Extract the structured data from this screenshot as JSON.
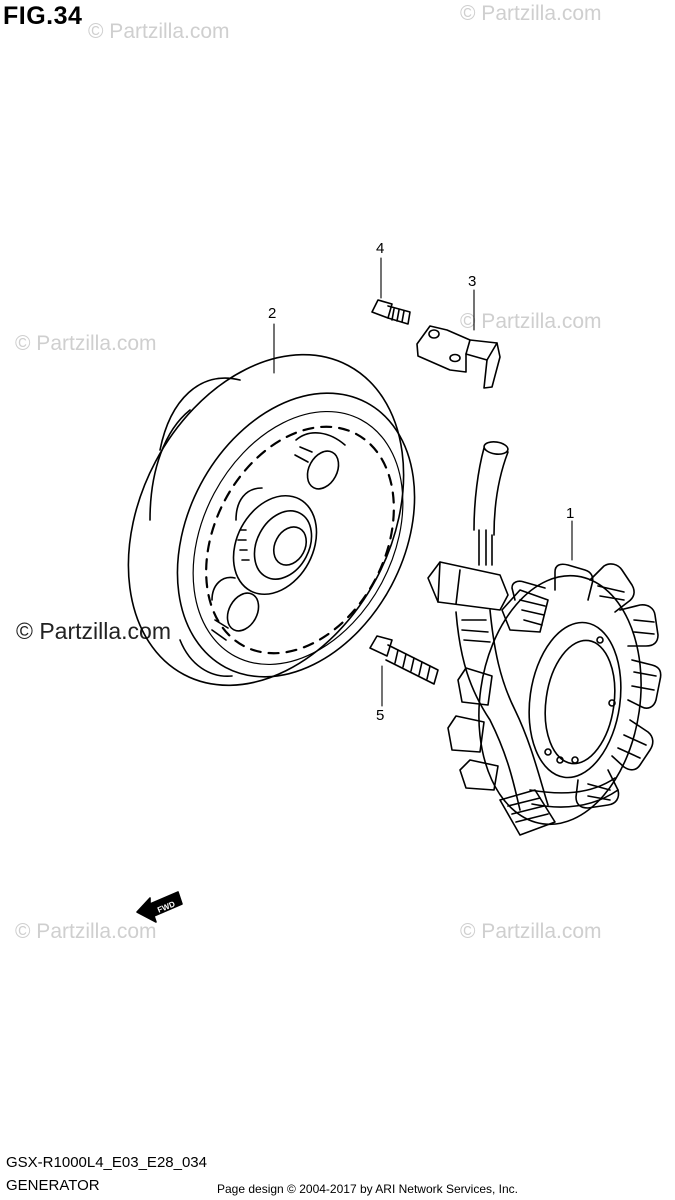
{
  "figure": {
    "title": "FIG.34",
    "model_code": "GSX-R1000L4_E03_E28_034",
    "caption": "GENERATOR"
  },
  "callouts": [
    "1",
    "2",
    "3",
    "4",
    "5"
  ],
  "arrow_label": "FWD",
  "watermark": {
    "text": "© Partzilla.com",
    "color": "#cfcfcf"
  },
  "footer": "Page design © 2004-2017 by ARI Network Services, Inc."
}
